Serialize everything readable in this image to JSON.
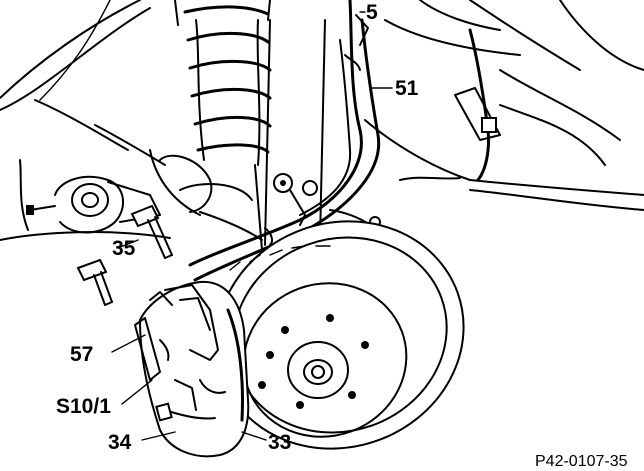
{
  "callouts": {
    "c5": "5",
    "c51": "51",
    "c35": "35",
    "c57": "57",
    "c_s10_1": "S10/1",
    "c34": "34",
    "c33": "33"
  },
  "figure_ref": "P42-0107-35"
}
